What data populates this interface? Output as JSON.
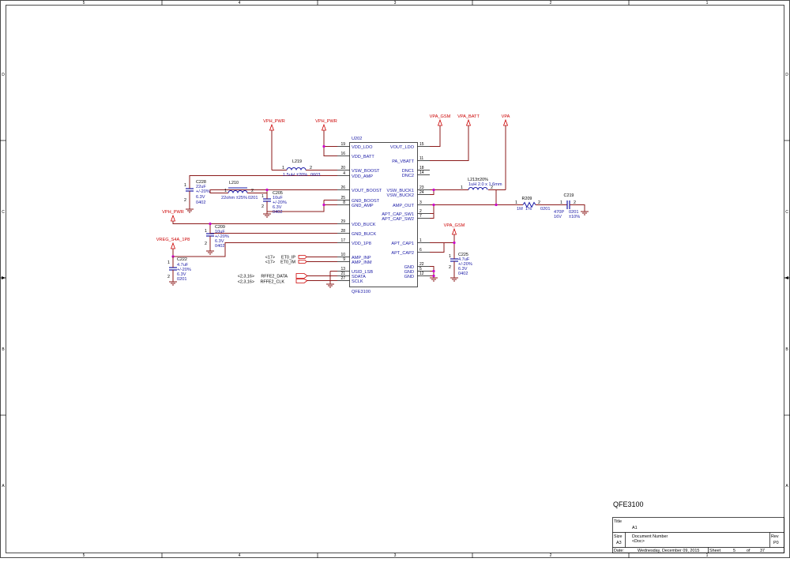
{
  "border": {
    "cols_top": [
      "5",
      "4",
      "3",
      "2",
      "1"
    ],
    "cols_bottom": [
      "5",
      "4",
      "3",
      "2",
      "1"
    ],
    "rows_left": [
      "D",
      "C",
      "B",
      "A"
    ],
    "rows_right": [
      "D",
      "C",
      "B",
      "A"
    ]
  },
  "power_ports": [
    {
      "id": "vph1",
      "label": "VPH_PWR"
    },
    {
      "id": "vph2",
      "label": "VPH_PWR"
    },
    {
      "id": "vpagsm",
      "label": "VPA_GSM"
    },
    {
      "id": "vpabatt",
      "label": "VPA_BATT"
    },
    {
      "id": "vpa",
      "label": "VPA"
    },
    {
      "id": "vph3",
      "label": "VPH_PWR"
    },
    {
      "id": "vreg",
      "label": "VREG_S4A_1P8"
    },
    {
      "id": "vpagsm2",
      "label": "VPA_GSM"
    }
  ],
  "ic": {
    "refdes": "U202",
    "part": "QFE3100",
    "left_pins": [
      {
        "num": "19",
        "name": "VDD_LDO"
      },
      {
        "num": "16",
        "name": "VDD_BATT"
      },
      {
        "num": "20",
        "name": "VSW_BOOST"
      },
      {
        "num": "4",
        "name": "VDD_AMP"
      },
      {
        "num": "26",
        "name": "VOUT_BOOST"
      },
      {
        "num": "25",
        "name": "GND_BOOST"
      },
      {
        "num": "8",
        "name": "GND_AMP"
      },
      {
        "num": "29",
        "name": "VDD_BUCK"
      },
      {
        "num": "28",
        "name": "GND_BUCK"
      },
      {
        "num": "17",
        "name": "VDD_1P8"
      },
      {
        "num": "10",
        "name": "AMP_INP"
      },
      {
        "num": "9",
        "name": "AMP_INM"
      },
      {
        "num": "13",
        "name": "USID_LSB"
      },
      {
        "num": "21",
        "name": "SDATA"
      },
      {
        "num": "27",
        "name": "SCLK"
      }
    ],
    "right_pins": [
      {
        "num": "15",
        "name": "VOUT_LDO"
      },
      {
        "num": "11",
        "name": "PA_VBATT"
      },
      {
        "num": "18",
        "name": "DNC1"
      },
      {
        "num": "14",
        "name": "DNC2"
      },
      {
        "num": "23",
        "name": "VSW_BUCK1"
      },
      {
        "num": "24",
        "name": "VSW_BUCK2"
      },
      {
        "num": "3",
        "name": "AMP_OUT"
      },
      {
        "num": "2",
        "name": "APT_CAP_SW1"
      },
      {
        "num": "7",
        "name": "APT_CAP_SW2"
      },
      {
        "num": "1",
        "name": "APT_CAP1"
      },
      {
        "num": "6",
        "name": "APT_CAP2"
      },
      {
        "num": "22",
        "name": "GND"
      },
      {
        "num": "5",
        "name": "GND"
      },
      {
        "num": "12",
        "name": "GND"
      }
    ]
  },
  "components": {
    "l219": {
      "ref": "L219",
      "p1": "1",
      "p2": "2",
      "val": "1.5uH",
      "tol": "±20%",
      "pkg": "0603"
    },
    "l210": {
      "ref": "L210",
      "p1": "1",
      "p2": "2",
      "val": "22ohm ±25%",
      "pkg": "0201"
    },
    "l213": {
      "ref": "L213±20%",
      "p1": "1",
      "p2": "2",
      "val": "1uH 2.0 x 1.6mm"
    },
    "r209": {
      "ref": "R209",
      "p1": "1",
      "p2": "2",
      "val": "1M",
      "tol": "1%",
      "pkg": "0201"
    },
    "c219": {
      "ref": "C219",
      "p1": "1",
      "p2": "2",
      "val": "470P",
      "v": "16V",
      "pkg": "0201",
      "tol": "±10%"
    },
    "c228": {
      "ref": "C228",
      "p1": "1",
      "p2": "2",
      "val": "22uF",
      "tol": "+/-20%",
      "v": "6.3V",
      "pkg": "0402"
    },
    "c205": {
      "ref": "C205",
      "p1": "1",
      "p2": "2",
      "val": "10uF",
      "tol": "+/-20%",
      "v": "6.3V",
      "pkg": "0402"
    },
    "c209": {
      "ref": "C209",
      "p1": "1",
      "p2": "2",
      "val": "10uF",
      "tol": "+/-20%",
      "v": "6.3V",
      "pkg": "0402"
    },
    "c222": {
      "ref": "C222",
      "p1": "1",
      "p2": "2",
      "val": "4.7uF",
      "tol": "+/-20%",
      "v": "6.3V",
      "pkg": "0201"
    },
    "c225": {
      "ref": "C225",
      "p1": "1",
      "p2": "2",
      "val": "4.7uF",
      "tol": "+/-20%",
      "v": "6.3V",
      "pkg": "0402"
    }
  },
  "offpage": [
    {
      "ref": "<17>",
      "net": "ET0_IP"
    },
    {
      "ref": "<17>",
      "net": "ET0_IM"
    },
    {
      "ref": "<2,3,16>",
      "net": "RFFE2_DATA"
    },
    {
      "ref": "<2,3,16>",
      "net": "RFFE2_CLK"
    }
  ],
  "title_block": {
    "heading": "QFE3100",
    "title_label": "Title",
    "title_value": "A1",
    "size_label": "Size",
    "size_value": "A3",
    "docnum_label": "Document Number",
    "docnum_value": "<Doc>",
    "rev_label": "Rev",
    "rev_value": "P0",
    "date_label": "Date:",
    "date_value": "Wednesday, December 09, 2015",
    "sheet_label": "Sheet",
    "sheet_value": "5",
    "of_label": "of",
    "of_value": "37"
  },
  "colors": {
    "wire": "#8b1a1a",
    "power": "#cc0000",
    "component": "#1a1aa6",
    "junction": "#cc00cc"
  }
}
